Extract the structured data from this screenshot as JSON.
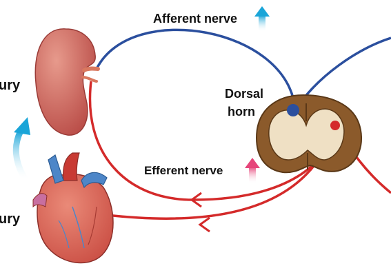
{
  "labels": {
    "afferent": "Afferent nerve",
    "efferent": "Efferent nerve",
    "dorsal_line1": "Dorsal",
    "dorsal_line2": "horn",
    "cut_top": "ury",
    "cut_bottom": "ury"
  },
  "colors": {
    "afferent_nerve": "#2b4f9e",
    "efferent_nerve": "#d42a2a",
    "up_arrow_blue": "#1aa5d8",
    "up_arrow_pink": "#e6457a",
    "injury_arrow": "#1aa5d8"
  },
  "icons": {
    "kidney": "kidney-icon",
    "heart": "heart-icon",
    "spinal_cord": "spinal-cord-cross-section-icon"
  }
}
